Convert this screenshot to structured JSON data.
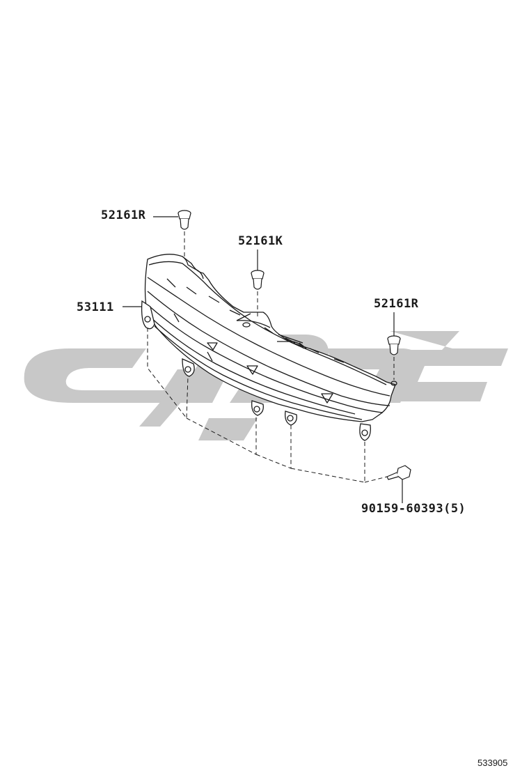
{
  "diagram": {
    "reference_code": "533905",
    "callouts": [
      {
        "id": "clip-top-left",
        "part_number": "52161R"
      },
      {
        "id": "clip-top-center",
        "part_number": "52161K"
      },
      {
        "id": "clip-right",
        "part_number": "52161R"
      },
      {
        "id": "grille-panel",
        "part_number": "53111"
      },
      {
        "id": "bolt",
        "part_number": "90159-60393(5)"
      }
    ]
  },
  "colors": {
    "line": "#1a1a1a",
    "watermark": "#c8c8c8"
  }
}
